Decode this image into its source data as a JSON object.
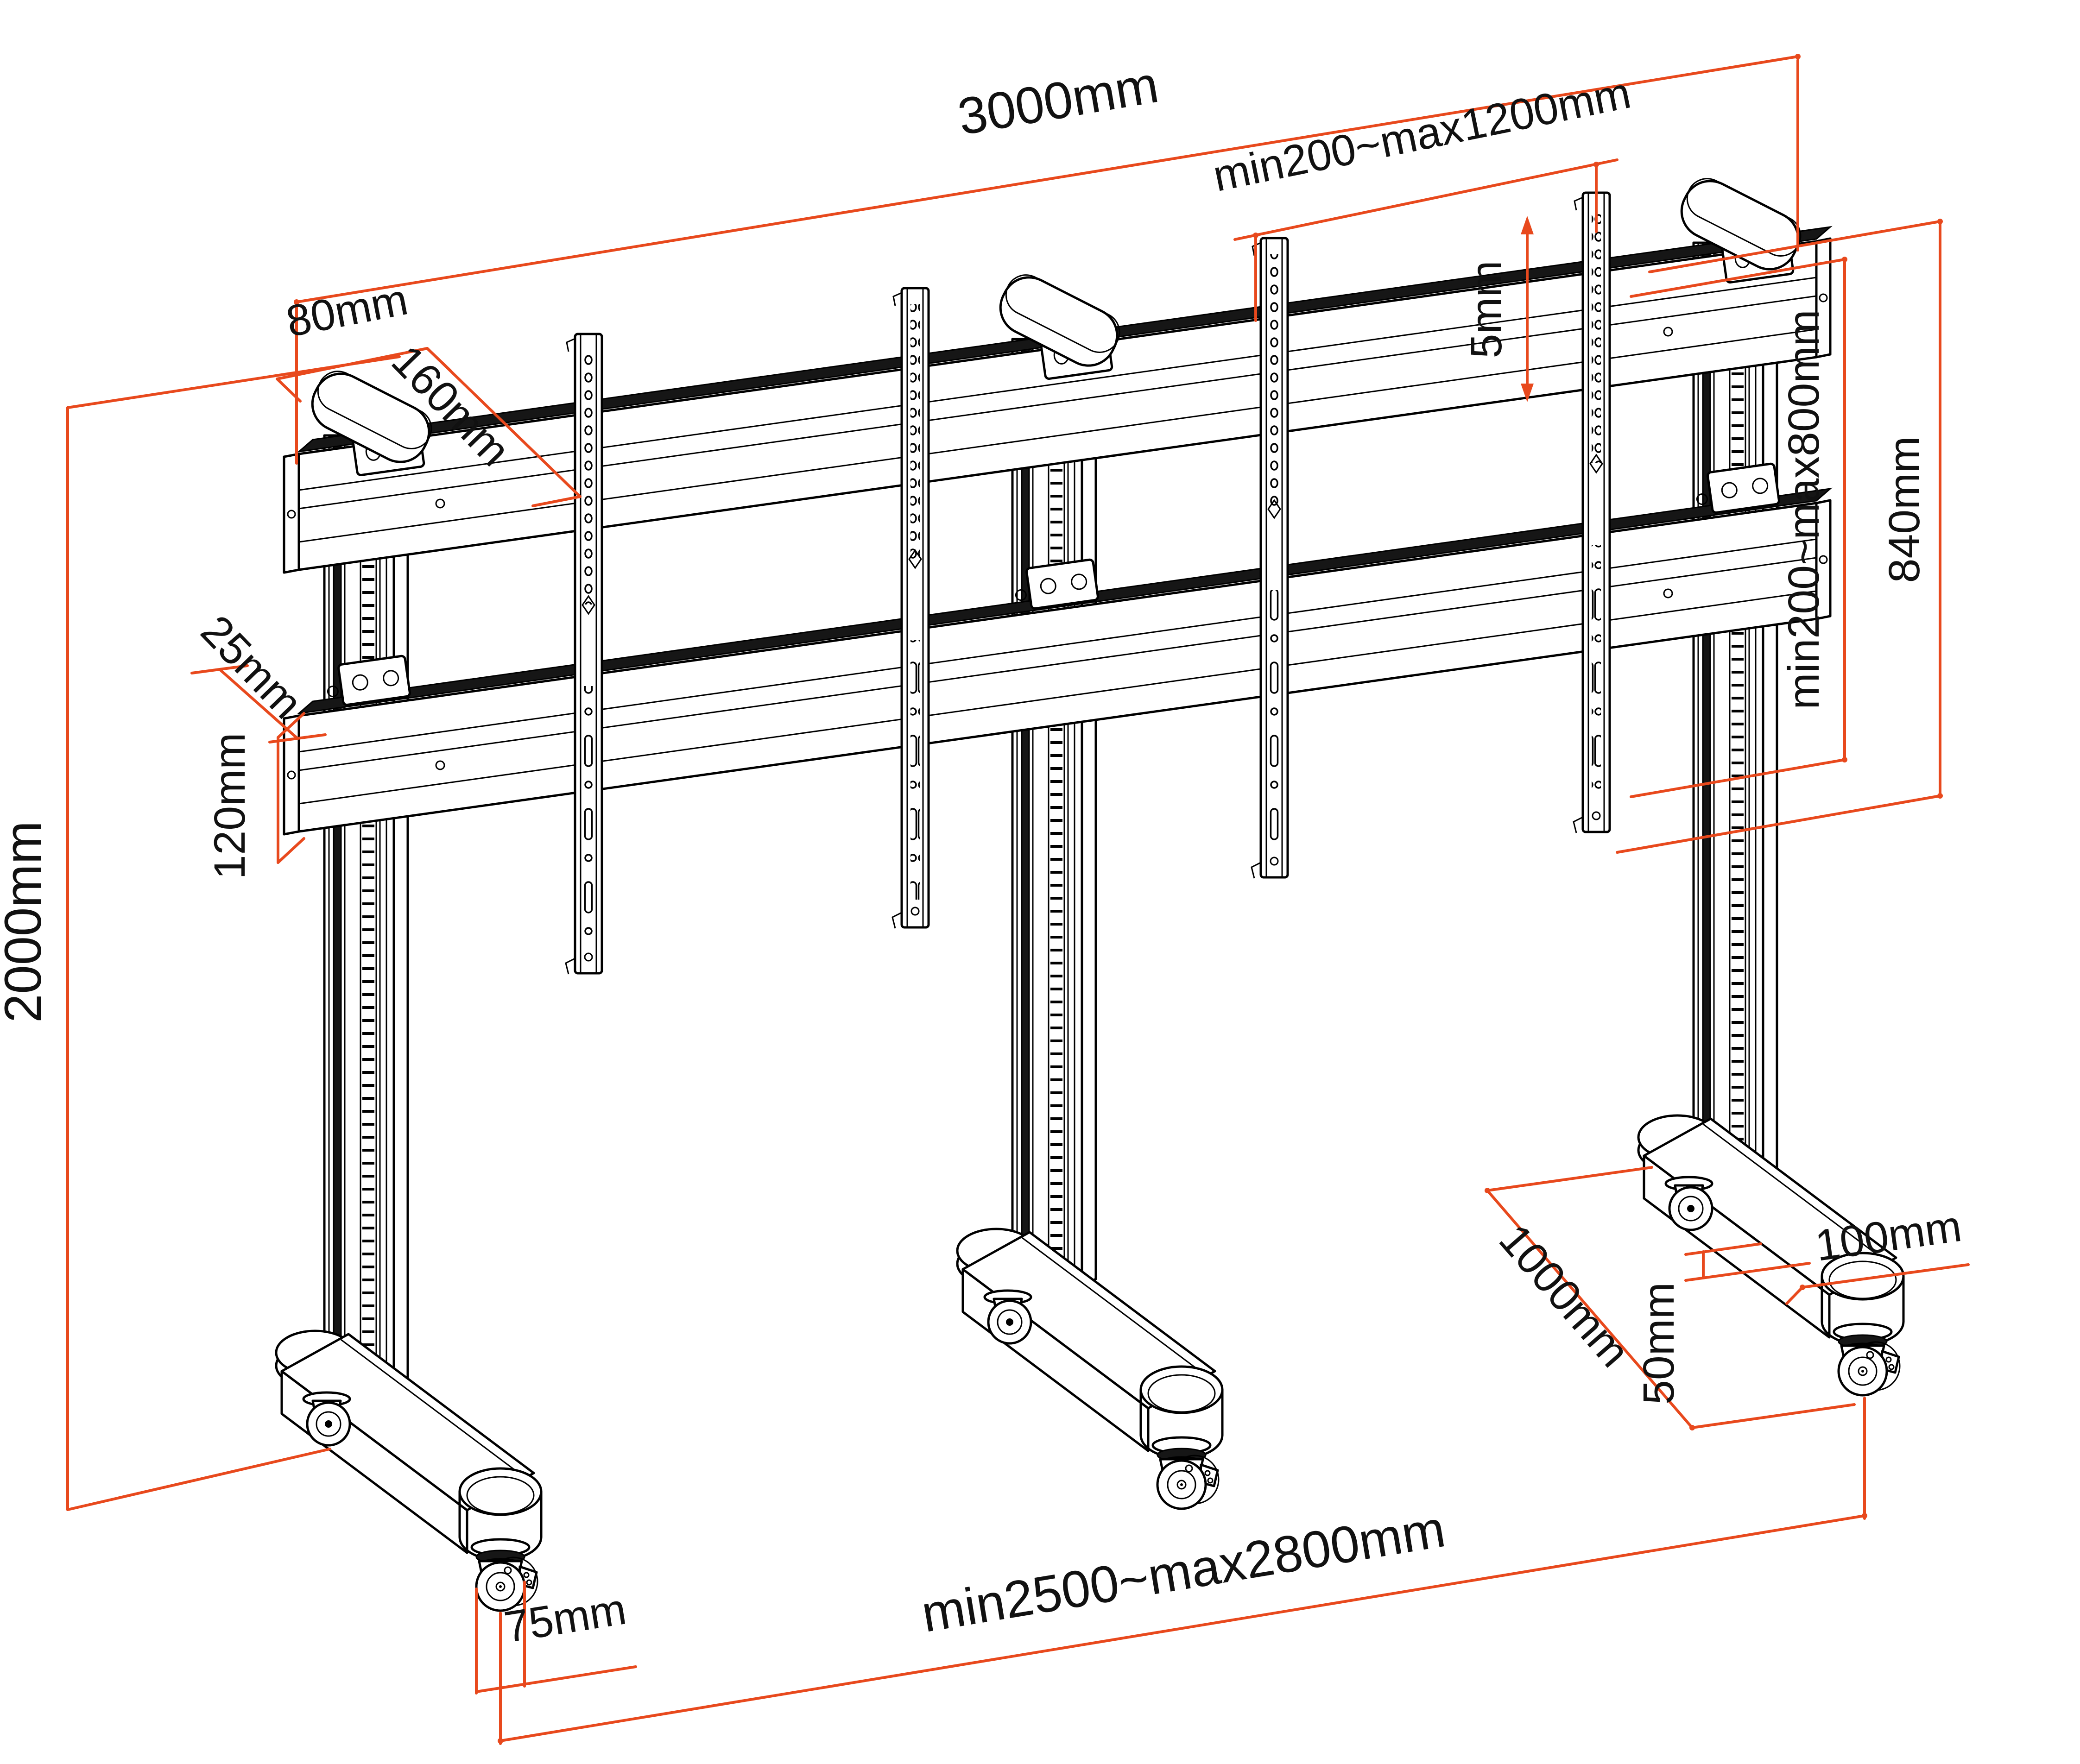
{
  "drawing": {
    "description": "Isometric technical dimension drawing of a three-column mobile video wall floor stand on casters with two cross rails and four VESA brackets",
    "colors": {
      "dimension_line": "#E8491D",
      "drawing_line": "#000000",
      "background": "#FFFFFF"
    },
    "labels": {
      "total_width": "3000mm",
      "pair_spacing_range": "min200~max1200mm",
      "height_step": "5mm",
      "cap_width": "80mm",
      "cap_depth": "160mm",
      "bracket_height": "840mm",
      "vesa_height_range": "min200~max800mm",
      "rail_setback": "25mm",
      "rail_height": "120mm",
      "stand_height": "2000mm",
      "foot_length": "1000mm",
      "foot_clearance": "50mm",
      "foot_width": "100mm",
      "caster_diameter": "75mm",
      "outer_span_range": "min2500~max2800mm"
    }
  }
}
